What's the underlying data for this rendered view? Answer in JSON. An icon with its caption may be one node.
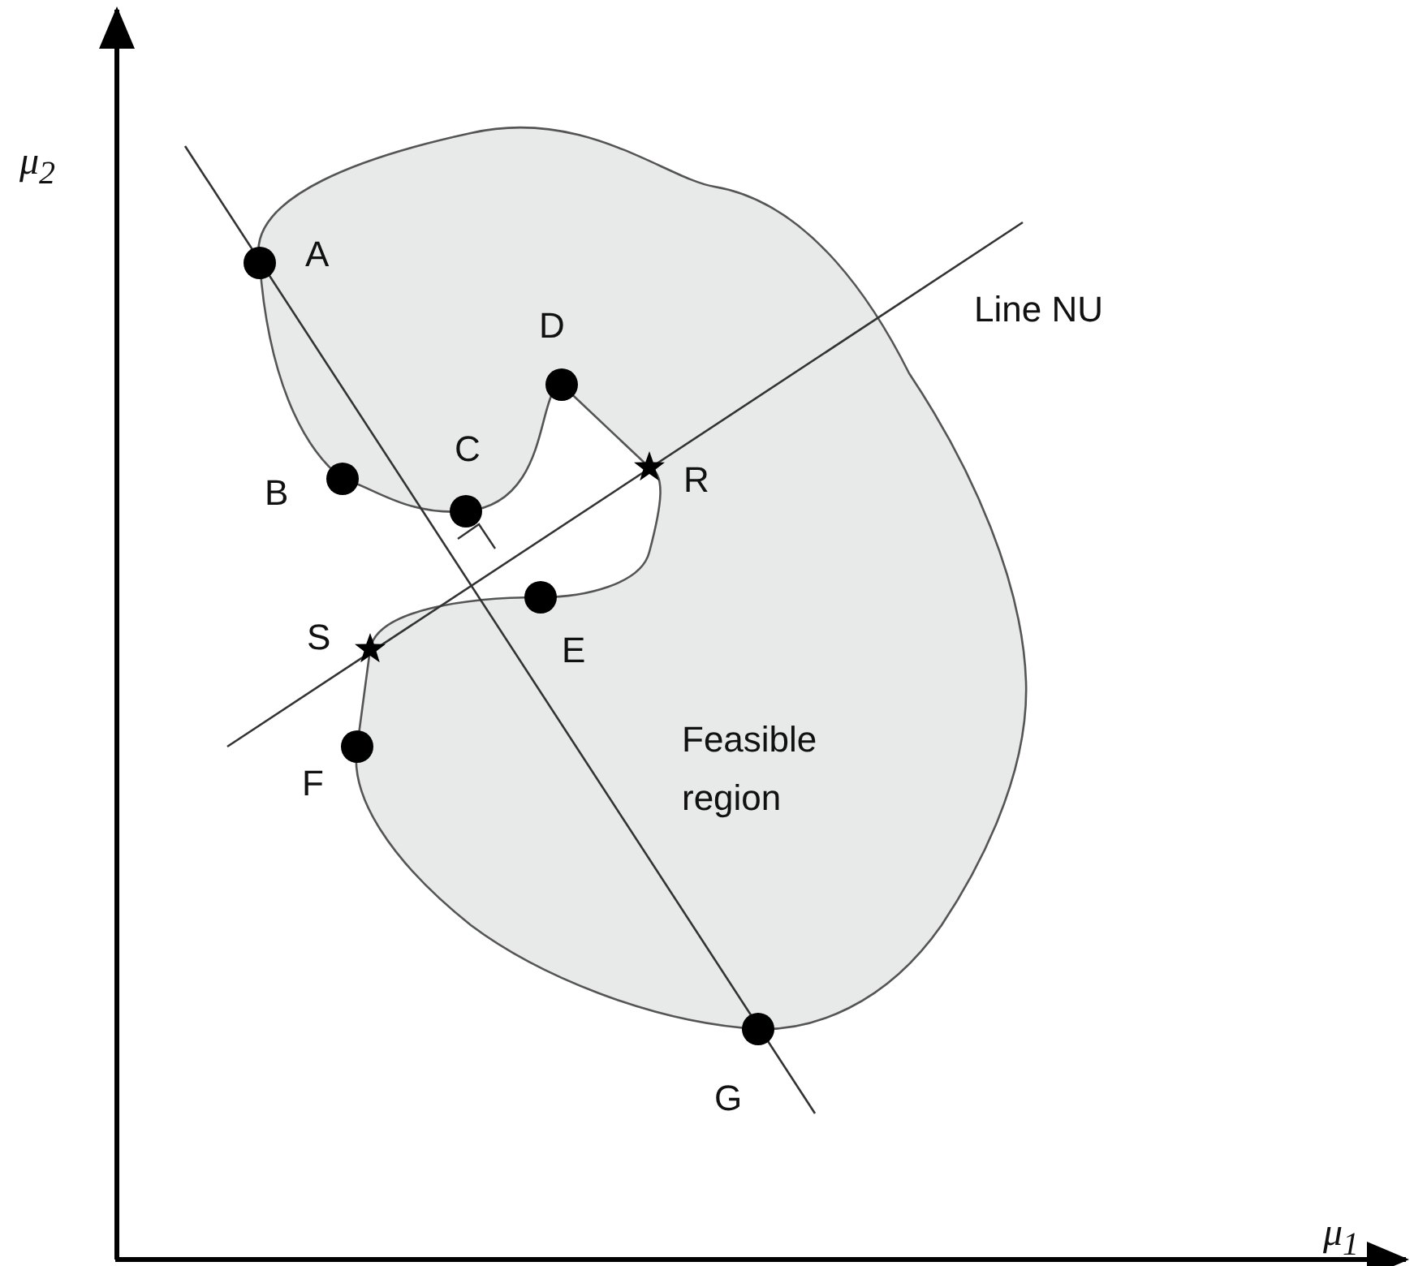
{
  "diagram": {
    "nodes": [
      {
        "text": [
          "Feasible region"
        ]
      }
    ],
    "labels": [
      "μ$_{2}$",
      "A",
      "Line NU",
      "D",
      "B",
      "C",
      "R",
      "S",
      "E",
      "F",
      "G",
      "μ$_{1}$"
    ]
  }
}
